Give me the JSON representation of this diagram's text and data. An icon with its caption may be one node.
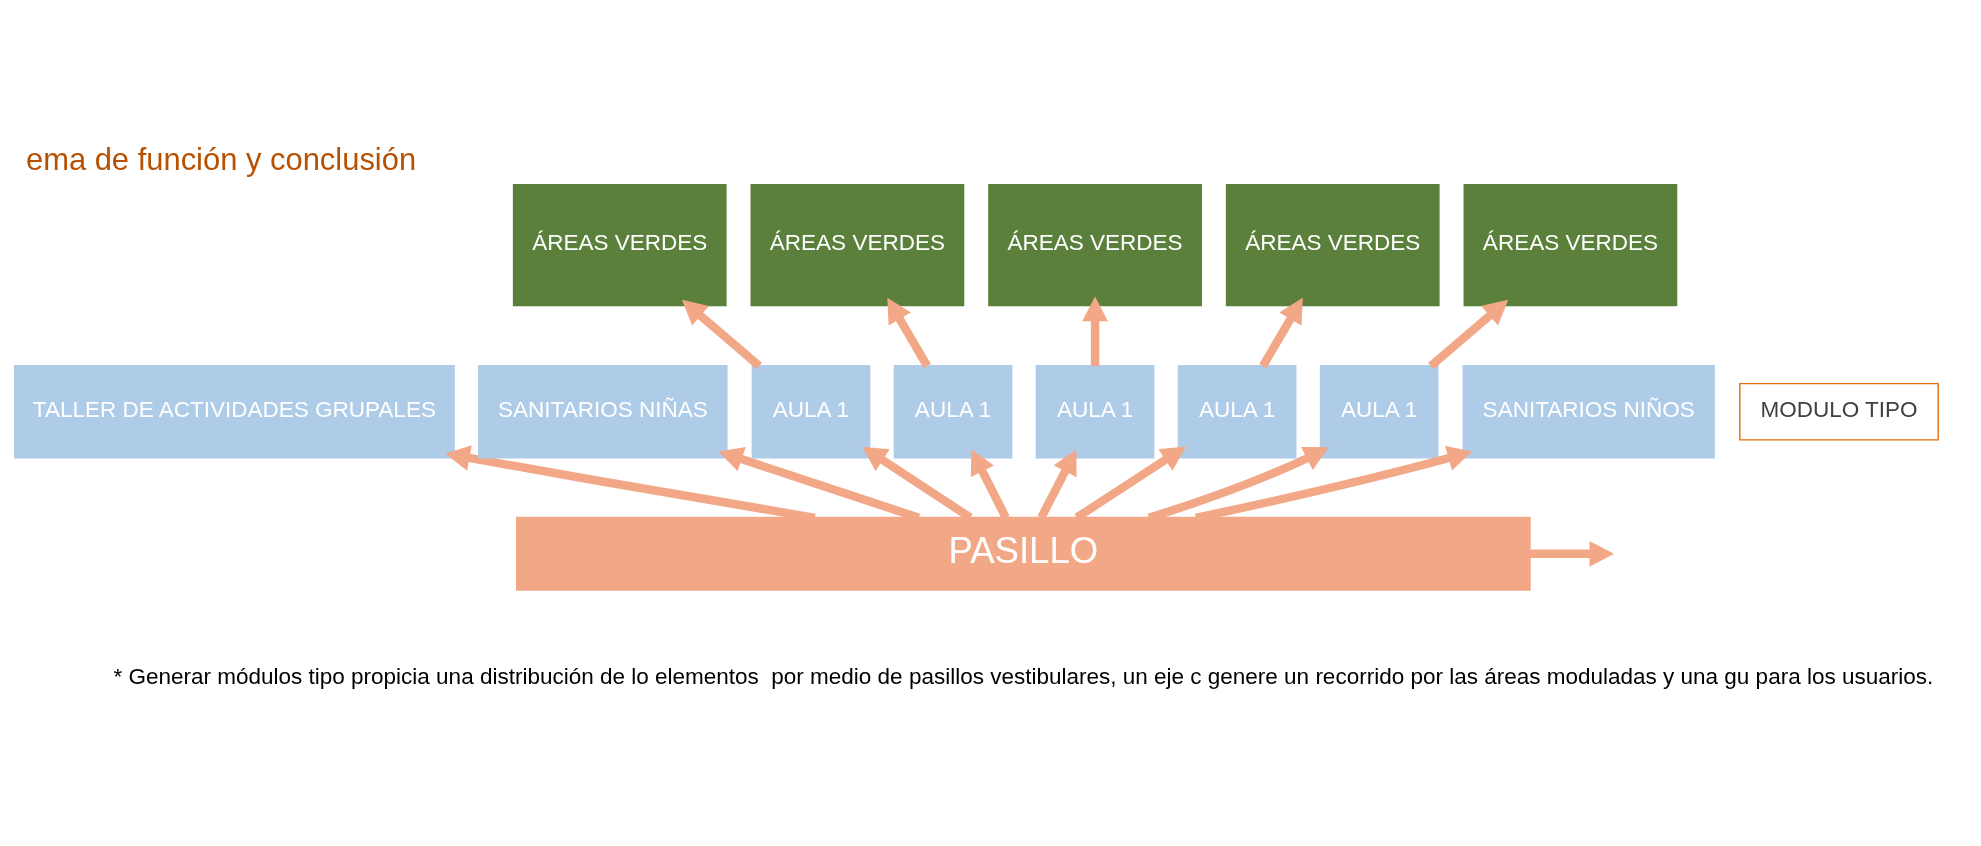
{
  "diagram": {
    "title": "ema de función y conclusión",
    "caption": "* Generar módulos tipo propicia una distribución de lo elementos  por medio de pasillos vestibulares, un eje c genere un recorrido por las áreas moduladas y una gu para los usuarios.",
    "nodes": [
      {
        "text": [
          "MODULO TIPO"
        ]
      },
      {
        "text": [
          "TALLER DE ACTIVIDADES GRUPALES"
        ]
      },
      {
        "text": [
          "SANITARIOS NIÑAS"
        ]
      },
      {
        "text": [
          "AULA 1"
        ]
      },
      {
        "text": [
          "AULA 1"
        ]
      },
      {
        "text": [
          "AULA 1"
        ]
      },
      {
        "text": [
          "AULA 1"
        ]
      },
      {
        "text": [
          "AULA 1"
        ]
      },
      {
        "text": [
          "SANITARIOS NIÑOS"
        ]
      },
      {
        "text": [
          "ÁREAS VERDES"
        ]
      },
      {
        "text": [
          "ÁREAS VERDES"
        ]
      },
      {
        "text": [
          "ÁREAS VERDES"
        ]
      },
      {
        "text": [
          "ÁREAS VERDES"
        ]
      },
      {
        "text": [
          "ÁREAS VERDES"
        ]
      },
      {
        "text": [
          "PASILLO"
        ]
      }
    ],
    "edges": [
      {
        "from": 14,
        "to": 1,
        "arrow": "to"
      },
      {
        "from": 14,
        "to": null,
        "arrow": "to"
      },
      {
        "from": 14,
        "to": 2,
        "arrow": "to"
      },
      {
        "from": 14,
        "to": 3,
        "arrow": "to"
      },
      {
        "from": 14,
        "to": 4,
        "arrow": "to"
      },
      {
        "from": 14,
        "to": 5,
        "arrow": "to"
      },
      {
        "from": 14,
        "to": 6,
        "arrow": "to"
      },
      {
        "from": 14,
        "to": 7,
        "arrow": "to"
      },
      {
        "from": 14,
        "to": 8,
        "arrow": "to"
      },
      {
        "from": 3,
        "to": 9,
        "arrow": "to"
      },
      {
        "from": 4,
        "to": 10,
        "arrow": "to"
      },
      {
        "from": 5,
        "to": 11,
        "arrow": "to"
      },
      {
        "from": 6,
        "to": 12,
        "arrow": "to"
      },
      {
        "from": 7,
        "to": 13,
        "arrow": "to"
      }
    ]
  }
}
